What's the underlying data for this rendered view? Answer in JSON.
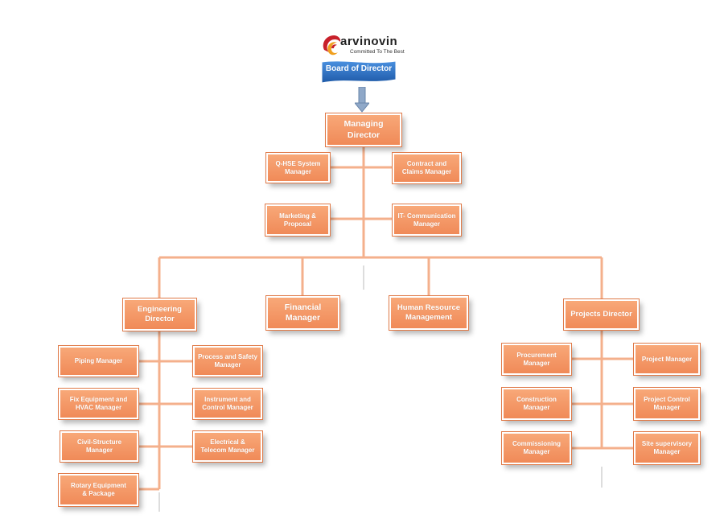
{
  "brand": {
    "name": "arvinovin",
    "tagline": "Committed To The Best",
    "banner": "Board of Director",
    "logo_colors": [
      "#c8202a",
      "#f0a020"
    ],
    "banner_color": "#2f6fc0"
  },
  "colors": {
    "box_fill_top": "#f8a878",
    "box_fill_bottom": "#f08a58",
    "connector": "#f4b08c",
    "arrow": "#8fa8c8"
  },
  "nodes": {
    "managing_director": "Managing\nDirector",
    "qhse": "Q-HSE System\nManager",
    "contract": "Contract and\nClaims Manager",
    "marketing": "Marketing &\nProposal",
    "it_comm": "IT- Communication\nManager",
    "engineering": "Engineering\nDirector",
    "financial": "Financial\nManager",
    "hr": "Human Resource\nManagement",
    "projects": "Projects Director",
    "piping": "Piping Manager",
    "process_safety": "Process and Safety\nManager",
    "fix_equipment": "Fix Equipment and\nHVAC Manager",
    "instrument": "Instrument and\nControl Manager",
    "civil": "Civil-Structure\nManager",
    "electrical": "Electrical &\nTelecom Manager",
    "rotary": "Rotary Equipment\n& Package",
    "procurement": "Procurement\nManager",
    "project_manager": "Project Manager",
    "construction": "Construction\nManager",
    "project_control": "Project Control\nManager",
    "commissioning": "Commissioning\nManager",
    "site_supervisory": "Site supervisory\nManager"
  }
}
